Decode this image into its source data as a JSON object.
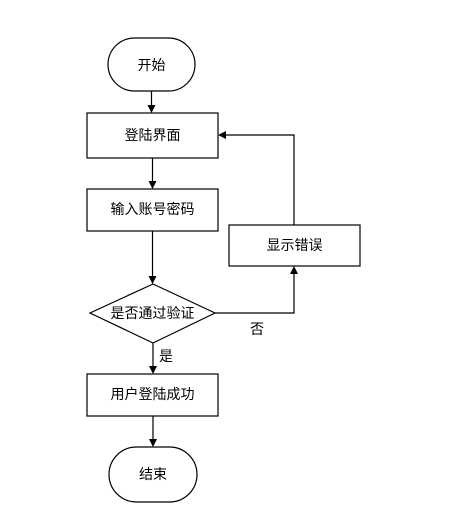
{
  "diagram": {
    "nodes": {
      "start": {
        "label": "开始"
      },
      "login_screen": {
        "label": "登陆界面"
      },
      "input_credentials": {
        "label": "输入账号密码"
      },
      "verify": {
        "label": "是否通过验证"
      },
      "show_error": {
        "label": "显示错误"
      },
      "login_success": {
        "label": "用户登陆成功"
      },
      "end": {
        "label": "结束"
      }
    },
    "edges": {
      "yes_label": "是",
      "no_label": "否"
    }
  }
}
